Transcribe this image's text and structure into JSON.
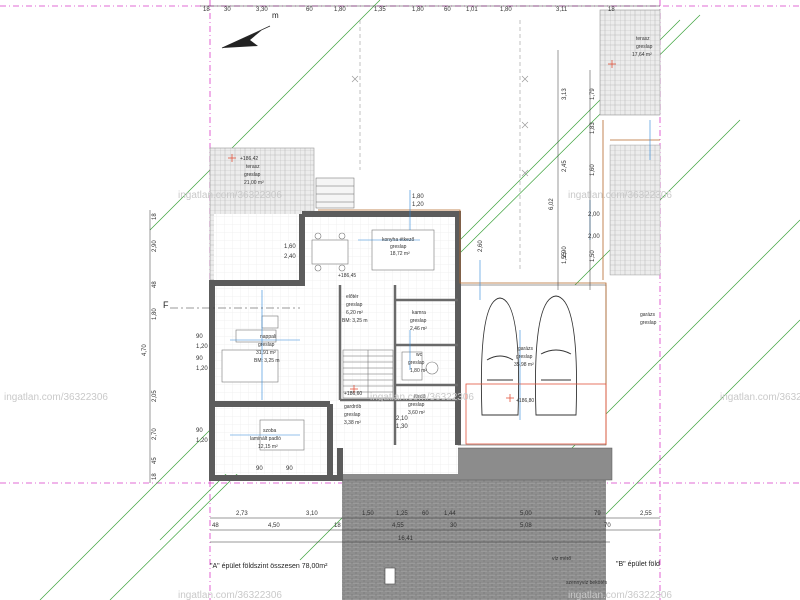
{
  "top_dims": [
    "18",
    "30",
    "3,30",
    "60",
    "1,80",
    "1,35",
    "1,80",
    "60",
    "1,01",
    "1,80",
    "3,11",
    "18"
  ],
  "bottom_dims_row1": [
    "2,73",
    "3,10",
    "1,50",
    "1,25",
    "60",
    "1,44",
    "5,00",
    "79",
    "2,55"
  ],
  "bottom_dims_row2": [
    "48",
    "4,50",
    "18",
    "4,55",
    "30",
    "5,08",
    "70"
  ],
  "total_width": "16,41",
  "left_dims": [
    "18",
    "2,90",
    "48",
    "1,80",
    "4,70",
    "2,05",
    "2,70",
    "45",
    "18"
  ],
  "vertical_dims_center": [
    "2,90",
    "6,02",
    "3,13",
    "1,79",
    "1,83",
    "2,45",
    "1,55",
    "2,60",
    "1,60",
    "1,50"
  ],
  "small_dims": [
    "90",
    "1,20",
    "90",
    "1,20",
    "90",
    "1,20",
    "1,60",
    "2,40",
    "1,80",
    "1,20",
    "2,00",
    "2,00",
    "2,10",
    "1,30",
    "90",
    "90"
  ],
  "rooms": {
    "terasz_left": {
      "level": "+186,42",
      "name": "terasz",
      "floor": "greslap",
      "area": "21,00 m²"
    },
    "konyha": {
      "name": "konyha étkező",
      "floor": "greslap",
      "area": "18,72 m²"
    },
    "nappali": {
      "name": "nappali",
      "floor": "greslap",
      "area": "31,91 m²",
      "bm": "BM: 3,25 m"
    },
    "szoba": {
      "name": "szoba",
      "floor": "laminált padló",
      "area": "12,15 m²"
    },
    "eloter": {
      "name": "előtér",
      "floor": "greslap",
      "area": "6,20 m²",
      "bm": "BM: 3,25 m"
    },
    "kamra": {
      "name": "kamra",
      "floor": "greslap",
      "area": "2,46 m²"
    },
    "wc": {
      "name": "wc",
      "floor": "greslap",
      "area": "1,80 m²"
    },
    "furdo": {
      "name": "fürdő",
      "floor": "greslap",
      "area": "3,60 m²"
    },
    "gardrob": {
      "name": "gardrób",
      "floor": "greslap",
      "area": "3,38 m²"
    },
    "garazs": {
      "name": "garázs",
      "floor": "greslap",
      "area": "35,98 m²"
    },
    "terasz_right": {
      "name": "terasz",
      "floor": "greslap",
      "area": "17,64 m²"
    },
    "garazs_b": {
      "name": "garázs",
      "floor": "greslap"
    }
  },
  "levels": [
    "+186,45",
    "+186,60",
    "+186,80"
  ],
  "section_mark": "F",
  "captions": {
    "building_a": "\"A\" épület földszint összesen 78,00m²",
    "building_b": "\"B\" épület föld",
    "wastewater": "szennyvíz bekötés",
    "meter": "víz mérő"
  },
  "watermark": "ingatlan.com/36322306",
  "north_label": "m",
  "colors": {
    "wall": "#5c5c5c",
    "hatch": "#d7d7d7",
    "magenta": "#d93bc8",
    "green": "#3fa43f",
    "blue": "#2a86d8",
    "red": "#e2553e",
    "brown": "#b4672a"
  }
}
